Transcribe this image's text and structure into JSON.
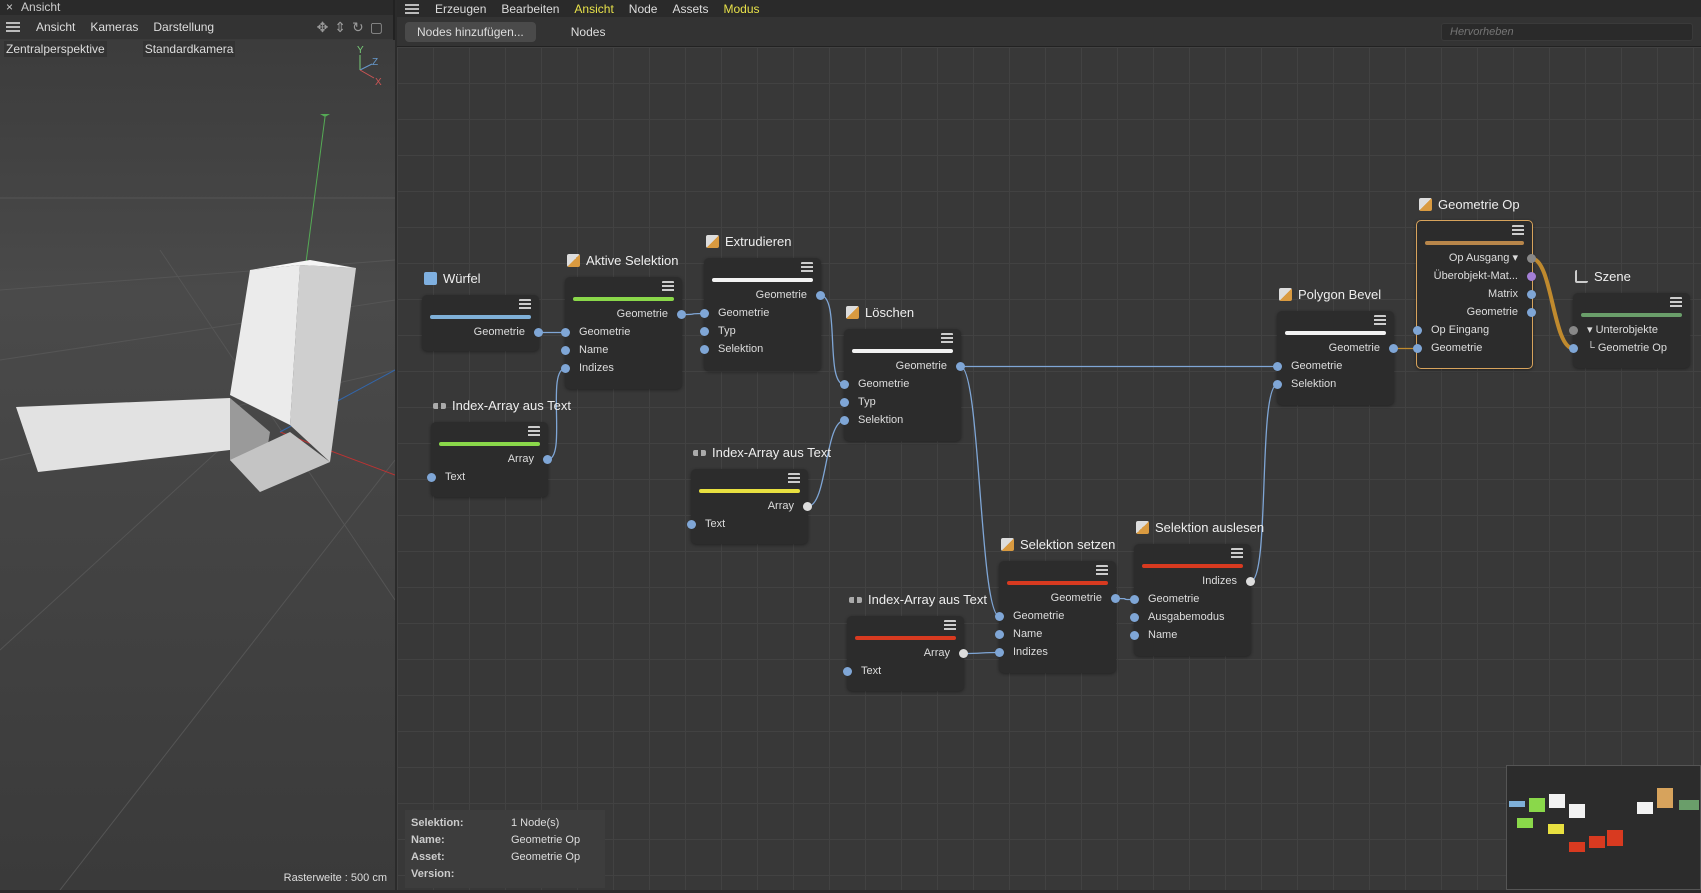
{
  "left": {
    "window_title": "Ansicht",
    "menu": [
      "Ansicht",
      "Kameras",
      "Darstellung"
    ],
    "projection": "Zentralperspektive",
    "camera": "Standardkamera",
    "raster": "Rasterweite : 500 cm",
    "axes": [
      "Y",
      "Z",
      "X"
    ]
  },
  "right": {
    "menu": [
      {
        "label": "Erzeugen"
      },
      {
        "label": "Bearbeiten"
      },
      {
        "label": "Ansicht",
        "hl": true
      },
      {
        "label": "Node"
      },
      {
        "label": "Assets"
      },
      {
        "label": "Modus",
        "hl": true
      }
    ],
    "add_nodes": "Nodes hinzufügen...",
    "nodes_tab": "Nodes",
    "search_placeholder": "Hervorheben"
  },
  "colors": {
    "blue": "#7fb0d8",
    "green": "#8ad84a",
    "white": "#f2f2f2",
    "yellow": "#e8e040",
    "red": "#d83a20",
    "orange": "#b8864a",
    "scene": "#6a9e6a"
  },
  "nodes": [
    {
      "id": "wuerfel",
      "title": "Würfel",
      "icon": "cube-icon",
      "bar": "#7fb0d8",
      "rows": [
        {
          "label": "Geometrie",
          "side": "out"
        }
      ]
    },
    {
      "id": "aktiv",
      "title": "Aktive Selektion",
      "icon": "asset-icon",
      "bar": "#8ad84a",
      "rows": [
        {
          "label": "Geometrie",
          "side": "out"
        },
        {
          "label": "Geometrie",
          "side": "in"
        },
        {
          "label": "Name",
          "side": "in"
        },
        {
          "label": "Indizes",
          "side": "in"
        }
      ]
    },
    {
      "id": "extr",
      "title": "Extrudieren",
      "icon": "asset-icon",
      "bar": "#f2f2f2",
      "rows": [
        {
          "label": "Geometrie",
          "side": "out"
        },
        {
          "label": "Geometrie",
          "side": "in"
        },
        {
          "label": "Typ",
          "side": "in"
        },
        {
          "label": "Selektion",
          "side": "in"
        }
      ]
    },
    {
      "id": "loeschen",
      "title": "Löschen",
      "icon": "asset-icon",
      "bar": "#f2f2f2",
      "rows": [
        {
          "label": "Geometrie",
          "side": "out"
        },
        {
          "label": "Geometrie",
          "side": "in"
        },
        {
          "label": "Typ",
          "side": "in"
        },
        {
          "label": "Selektion",
          "side": "in"
        }
      ]
    },
    {
      "id": "ia1",
      "title": "Index-Array aus Text",
      "icon": "array-icon",
      "bar": "#8ad84a",
      "rows": [
        {
          "label": "Array",
          "side": "out"
        },
        {
          "label": "Text",
          "side": "in"
        }
      ]
    },
    {
      "id": "ia2",
      "title": "Index-Array aus Text",
      "icon": "array-icon",
      "bar": "#e8e040",
      "rows": [
        {
          "label": "Array",
          "side": "out"
        },
        {
          "label": "Text",
          "side": "in"
        }
      ]
    },
    {
      "id": "ia3",
      "title": "Index-Array aus Text",
      "icon": "array-icon",
      "bar": "#d83a20",
      "rows": [
        {
          "label": "Array",
          "side": "out"
        },
        {
          "label": "Text",
          "side": "in"
        }
      ]
    },
    {
      "id": "selset",
      "title": "Selektion setzen",
      "icon": "asset-icon",
      "bar": "#d83a20",
      "rows": [
        {
          "label": "Geometrie",
          "side": "out"
        },
        {
          "label": "Geometrie",
          "side": "in"
        },
        {
          "label": "Name",
          "side": "in"
        },
        {
          "label": "Indizes",
          "side": "in"
        }
      ]
    },
    {
      "id": "selread",
      "title": "Selektion auslesen",
      "icon": "asset-icon",
      "bar": "#d83a20",
      "rows": [
        {
          "label": "Indizes",
          "side": "out"
        },
        {
          "label": "Geometrie",
          "side": "in"
        },
        {
          "label": "Ausgabemodus",
          "side": "in"
        },
        {
          "label": "Name",
          "side": "in"
        }
      ]
    },
    {
      "id": "bevel",
      "title": "Polygon Bevel",
      "icon": "asset-icon",
      "bar": "#f2f2f2",
      "rows": [
        {
          "label": "Geometrie",
          "side": "out"
        },
        {
          "label": "Geometrie",
          "side": "in"
        },
        {
          "label": "Selektion",
          "side": "in"
        }
      ]
    },
    {
      "id": "geomop",
      "title": "Geometrie Op",
      "icon": "asset-icon",
      "bar": "#b8864a",
      "selected": true,
      "rows": [
        {
          "label": "Op Ausgang ▾",
          "side": "out"
        },
        {
          "label": "Überobjekt-Mat...",
          "side": "out"
        },
        {
          "label": "Matrix",
          "side": "out"
        },
        {
          "label": "Geometrie",
          "side": "out"
        },
        {
          "label": "Op Eingang",
          "side": "in"
        },
        {
          "label": "Geometrie",
          "side": "in"
        }
      ]
    },
    {
      "id": "szene",
      "title": "Szene",
      "icon": "scene-icon",
      "bar": "#6a9e6a",
      "rows": [
        {
          "label": "▾ Unterobjekte",
          "side": "in"
        },
        {
          "label": "└ Geometrie Op",
          "side": "in"
        }
      ]
    }
  ],
  "connections": [
    [
      "wuerfel",
      0,
      "aktiv",
      1
    ],
    [
      "ia1",
      0,
      "aktiv",
      3
    ],
    [
      "aktiv",
      0,
      "extr",
      1
    ],
    [
      "extr",
      0,
      "loeschen",
      1
    ],
    [
      "ia2",
      0,
      "loeschen",
      3
    ],
    [
      "loeschen",
      0,
      "bevel",
      1
    ],
    [
      "loeschen",
      0,
      "selset",
      1
    ],
    [
      "ia3",
      0,
      "selset",
      3
    ],
    [
      "selset",
      0,
      "selread",
      1
    ],
    [
      "selread",
      0,
      "bevel",
      2
    ],
    [
      "bevel",
      0,
      "geomop",
      5
    ],
    [
      "geomop",
      0,
      "szene",
      1
    ]
  ],
  "info": {
    "rows": [
      {
        "k": "Selektion:",
        "v": "1 Node(s)"
      },
      {
        "k": "Name:",
        "v": "Geometrie Op"
      },
      {
        "k": "Asset:",
        "v": "Geometrie Op"
      },
      {
        "k": "Version:",
        "v": ""
      }
    ]
  }
}
